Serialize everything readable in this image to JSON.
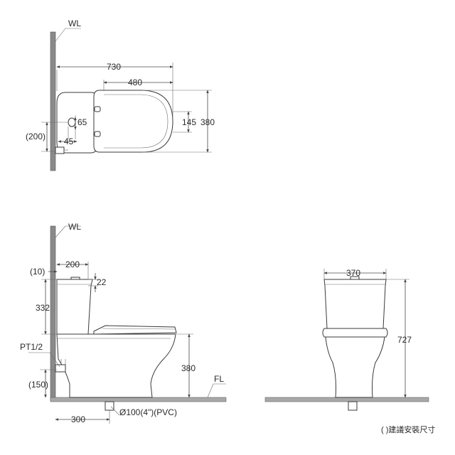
{
  "labels": {
    "wl": "WL",
    "fl": "FL",
    "pt": "PT1/2",
    "pipe": "Ø100(4\")(PVC)",
    "note": "( )建議安裝尺寸"
  },
  "top_view": {
    "d730": "730",
    "d480": "480",
    "d380": "380",
    "d145": "145",
    "d65": "65",
    "d45": "45",
    "d200": "(200)"
  },
  "side_view": {
    "d200": "200",
    "d10": "(10)",
    "d22": "22",
    "d332": "332",
    "d380": "380",
    "d150": "(150)",
    "d300": "300"
  },
  "front_view": {
    "d370": "370",
    "d727": "727"
  }
}
